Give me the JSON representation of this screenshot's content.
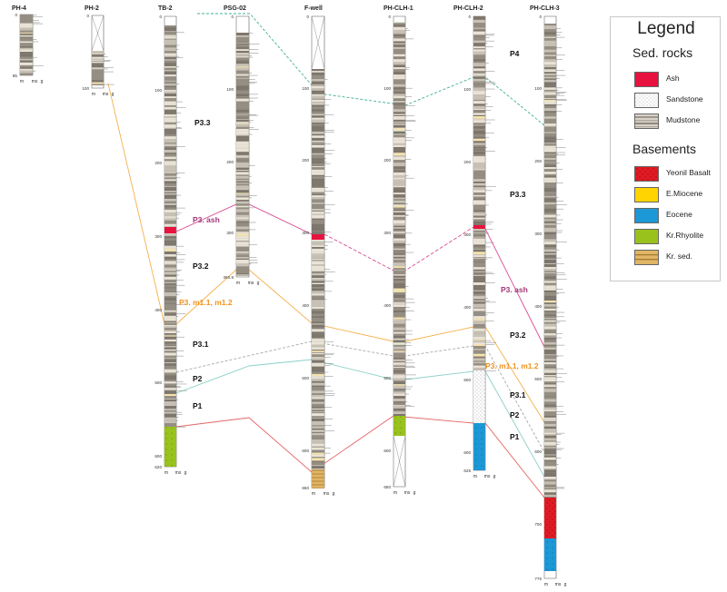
{
  "wells": [
    {
      "name": "PH-4",
      "depth_labels": [
        "0",
        "85"
      ],
      "axis_ticks": [
        "m",
        "ms",
        "g"
      ]
    },
    {
      "name": "PH-2",
      "depth_labels": [
        "0",
        "100"
      ],
      "axis_ticks": [
        "m",
        "ms",
        "g"
      ]
    },
    {
      "name": "TB-2",
      "depth_labels": [
        "0",
        "100",
        "200",
        "300",
        "400",
        "500",
        "600",
        "620"
      ],
      "axis_ticks": [
        "m",
        "ms",
        "g"
      ]
    },
    {
      "name": "PSG-02",
      "depth_labels": [
        "0",
        "100",
        "200",
        "300",
        "360.8"
      ],
      "axis_ticks": [
        "m",
        "ms",
        "g"
      ]
    },
    {
      "name": "F-well",
      "depth_labels": [
        "0",
        "100",
        "200",
        "300",
        "400",
        "500",
        "600",
        "650"
      ],
      "axis_ticks": [
        "m",
        "ms",
        "g"
      ]
    },
    {
      "name": "PH-CLH-1",
      "depth_labels": [
        "0",
        "100",
        "200",
        "300",
        "400",
        "500",
        "600",
        "650"
      ],
      "axis_ticks": [
        "m",
        "ms",
        "g"
      ]
    },
    {
      "name": "PH-CLH-2",
      "depth_labels": [
        "0",
        "100",
        "200",
        "300",
        "400",
        "500",
        "600",
        "625"
      ],
      "axis_ticks": [
        "m",
        "ms",
        "g"
      ]
    },
    {
      "name": "PH-CLH-3",
      "depth_labels": [
        "0",
        "100",
        "200",
        "300",
        "400",
        "500",
        "600",
        "700",
        "775"
      ],
      "axis_ticks": [
        "m",
        "ms",
        "g"
      ]
    }
  ],
  "unit_labels": {
    "tb2": [
      "P3.3",
      "P3. ash",
      "P3.2",
      "P3. m1.1, m1.2",
      "P3.1",
      "P2",
      "P1"
    ],
    "clh": [
      "P4",
      "P3.3",
      "P3. ash",
      "P3.2",
      "P3. m1.1, m1.2",
      "P3.1",
      "P2",
      "P1"
    ]
  },
  "colors": {
    "ash": "#e8123f",
    "sandstone": "#ffffff",
    "mudstone": "#a09a90",
    "yeonil_basalt": "#e11a24",
    "e_miocene": "#ffd400",
    "eocene": "#1c98d6",
    "kr_rhyolite": "#99c31c",
    "kr_sed": "#e0b565",
    "ash_label": "#a2397a",
    "m_label": "#f0921e",
    "p4_line": "#3faf98",
    "p3ash_line": "#d74b93",
    "m_line": "#f5b04c",
    "p31_line": "#a8a8a8",
    "p2_line": "#8ad0c8",
    "p1_line": "#e66565"
  },
  "legend": {
    "title": "Legend",
    "sed_heading": "Sed. rocks",
    "sed_items": [
      {
        "label": "Ash",
        "color_key": "ash"
      },
      {
        "label": "Sandstone",
        "color_key": "sandstone"
      },
      {
        "label": "Mudstone",
        "color_key": "mudstone"
      }
    ],
    "base_heading": "Basements",
    "base_items": [
      {
        "label": "Yeonil Basalt",
        "color_key": "yeonil_basalt"
      },
      {
        "label": "E.Miocene",
        "color_key": "e_miocene"
      },
      {
        "label": "Eocene",
        "color_key": "eocene"
      },
      {
        "label": "Kr.Rhyolite",
        "color_key": "kr_rhyolite"
      },
      {
        "label": "Kr. sed.",
        "color_key": "kr_sed"
      }
    ]
  }
}
